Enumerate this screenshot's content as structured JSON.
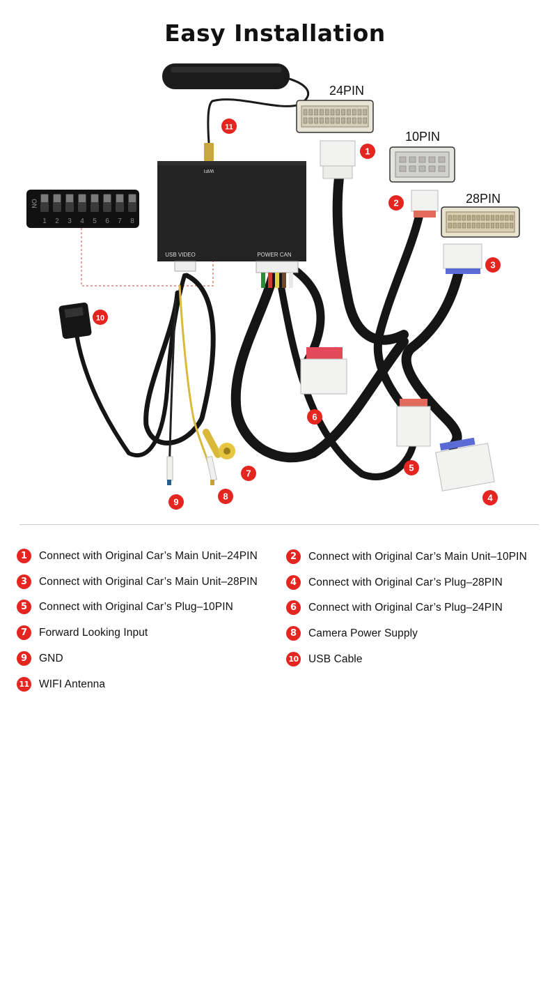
{
  "title": "Easy Installation",
  "diagram": {
    "connector_labels": {
      "pin24": "24PIN",
      "pin10": "10PIN",
      "pin28": "28PIN"
    },
    "box_labels": {
      "wifi": "WIFI",
      "usb_video": "USB VIDEO",
      "power_can": "POWER CAN"
    },
    "dip_switch": {
      "top_label": "ON",
      "numbers": [
        "1",
        "2",
        "3",
        "4",
        "5",
        "6",
        "7",
        "8"
      ]
    },
    "callouts": [
      "1",
      "2",
      "3",
      "4",
      "5",
      "6",
      "7",
      "8",
      "9",
      "10",
      "11"
    ]
  },
  "legend": [
    {
      "num": "1",
      "text": "Connect with Original Car’s Main Unit–24PIN"
    },
    {
      "num": "2",
      "text": "Connect with Original Car’s Main Unit–10PIN"
    },
    {
      "num": "3",
      "text": "Connect with Original Car’s Main Unit–28PIN"
    },
    {
      "num": "4",
      "text": "Connect with Original Car’s Plug–28PIN"
    },
    {
      "num": "5",
      "text": "Connect with Original Car’s Plug–10PIN"
    },
    {
      "num": "6",
      "text": "Connect with Original Car’s Plug–24PIN"
    },
    {
      "num": "7",
      "text": "Forward Looking Input"
    },
    {
      "num": "8",
      "text": "Camera Power Supply"
    },
    {
      "num": "9",
      "text": "GND"
    },
    {
      "num": "10",
      "text": "USB Cable"
    },
    {
      "num": "11",
      "text": "WIFI Antenna"
    }
  ],
  "colors": {
    "badge": "#e52620",
    "cable": "#141414",
    "box": "#222222",
    "connector": "#f2f2f0",
    "dashed_line": "#d0453a"
  }
}
